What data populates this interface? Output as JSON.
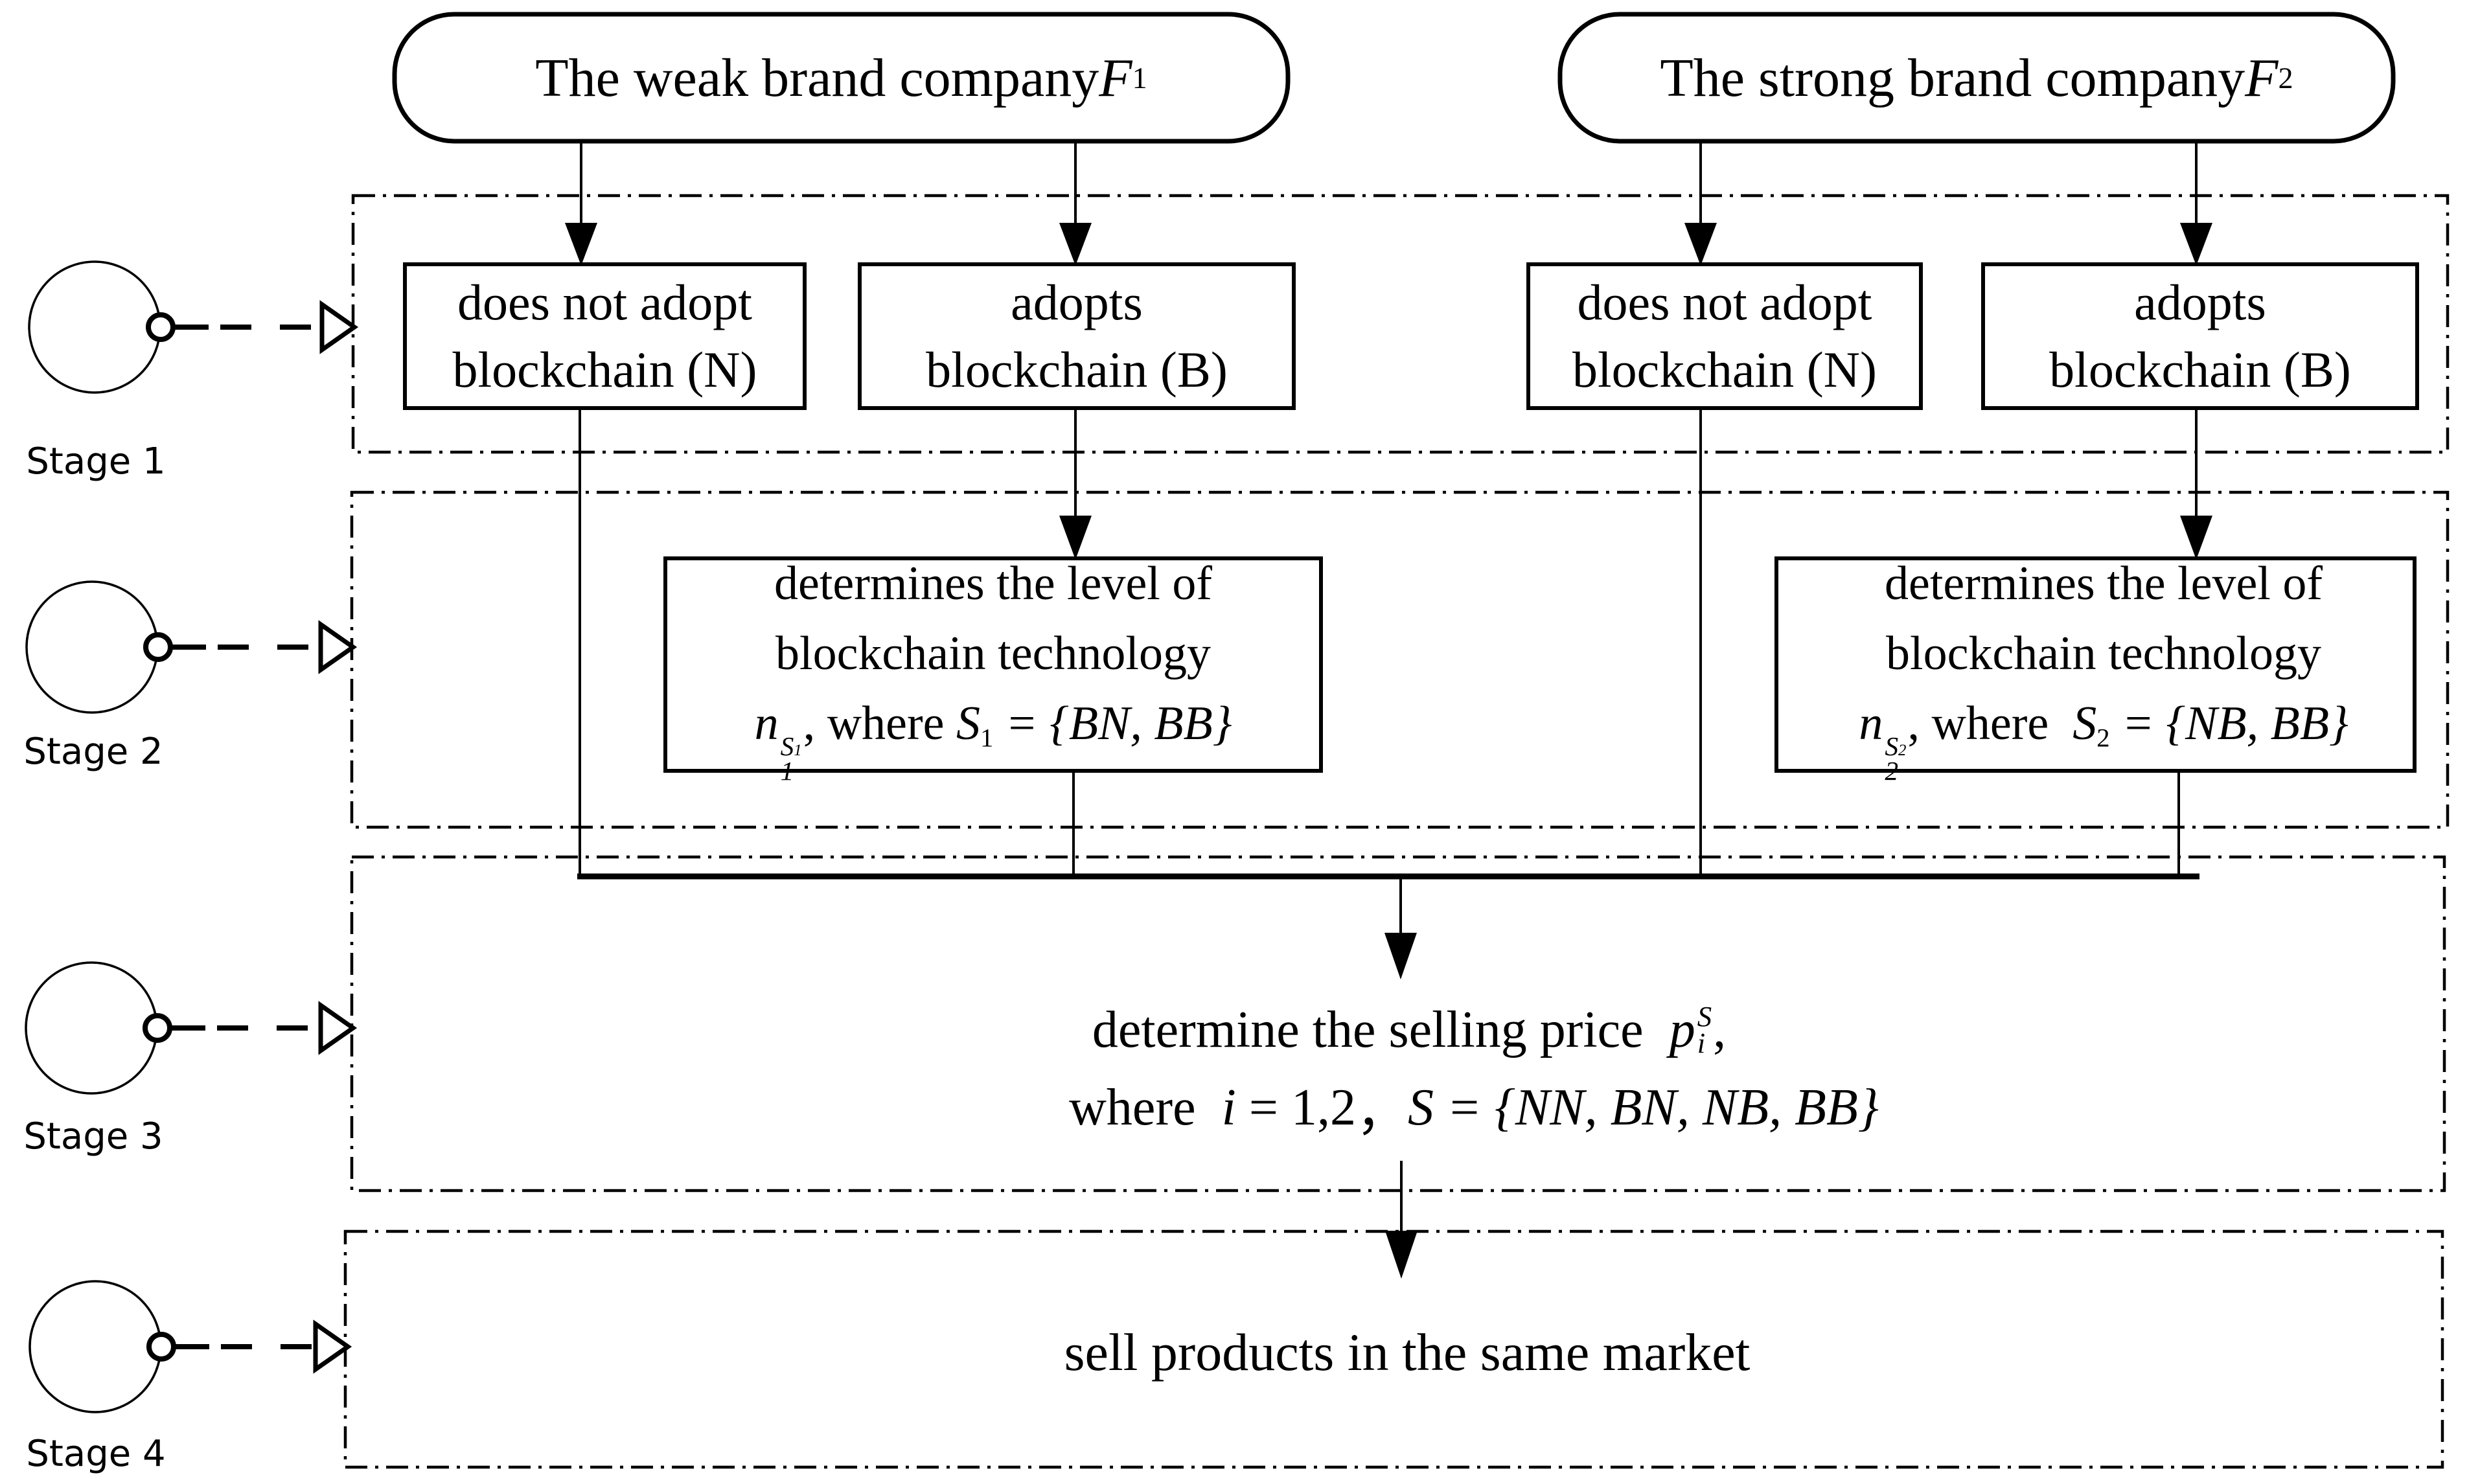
{
  "colors": {
    "ink": "#000000",
    "bg": "#ffffff"
  },
  "companies": {
    "f1_text": "The weak brand company ",
    "f1_sym": "F",
    "f1_sub": "1",
    "f2_text": "The strong brand company ",
    "f2_sym": "F",
    "f2_sub": "2"
  },
  "stage1_boxes": {
    "no_adopt_line1": "does not adopt",
    "no_adopt_line2": "blockchain (N)",
    "adopt_line1": "adopts",
    "adopt_line2": "blockchain (B)"
  },
  "stage2_left": {
    "l1": "determines the level of",
    "l2": "blockchain technology",
    "base": "n",
    "sup": "S",
    "sup_sub": "1",
    "sub": "1",
    "mid": ", where ",
    "s": "S",
    "s_sub": "1",
    "rest": " = {BN, BB}"
  },
  "stage2_right": {
    "l1": "determines the level of",
    "l2": "blockchain technology",
    "base": "n",
    "sup": "S",
    "sup_sub": "2",
    "sub": "2",
    "mid": ", where  ",
    "s": "S",
    "s_sub": "2",
    "rest": " = {NB, BB}"
  },
  "stage3": {
    "t1": "determine the selling price  ",
    "p": "p",
    "p_sup": "S",
    "p_sub": "i",
    "comma": ",",
    "t2": "where  ",
    "i": "i",
    "eq1": " = 1,2",
    "sep": "，",
    "s": "S",
    "eq2": " = {NN, BN, NB, BB}"
  },
  "stage4": {
    "text": "sell products in the same market"
  },
  "stage_labels": {
    "s1": "Stage 1",
    "s2": "Stage 2",
    "s3": "Stage 3",
    "s4": "Stage 4"
  }
}
